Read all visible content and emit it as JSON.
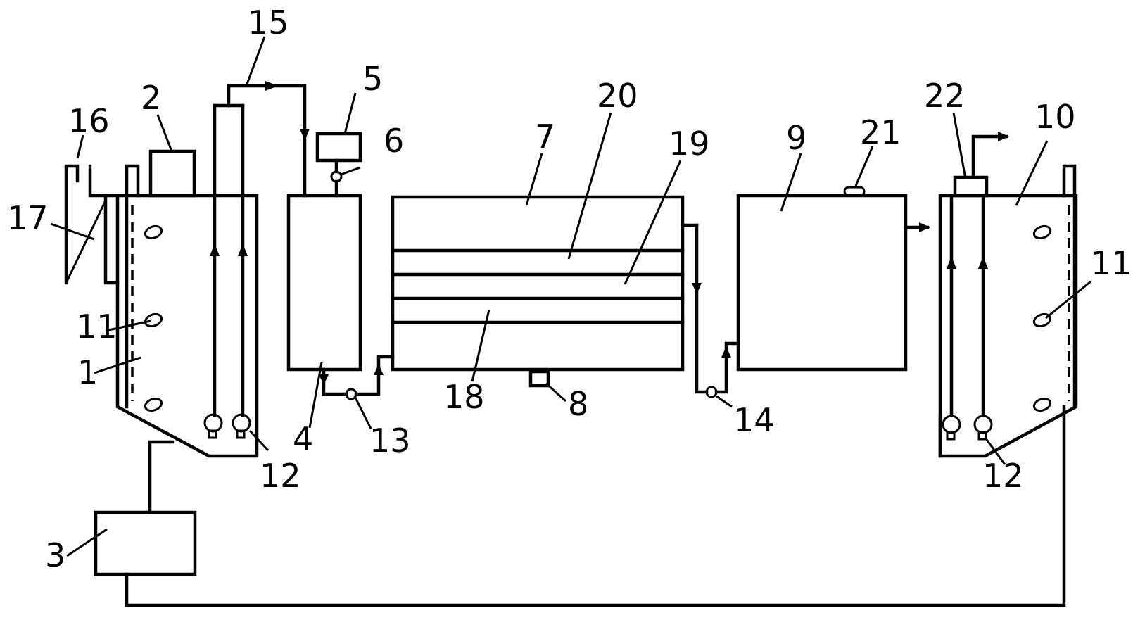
{
  "labels": {
    "n1": "1",
    "n2": "2",
    "n3": "3",
    "n4": "4",
    "n5": "5",
    "n6": "6",
    "n7": "7",
    "n8": "8",
    "n9": "9",
    "n10": "10",
    "n11a": "11",
    "n11b": "11",
    "n12a": "12",
    "n12b": "12",
    "n13": "13",
    "n14": "14",
    "n15": "15",
    "n16": "16",
    "n17": "17",
    "n18": "18",
    "n19": "19",
    "n20": "20",
    "n21": "21",
    "n22": "22"
  }
}
